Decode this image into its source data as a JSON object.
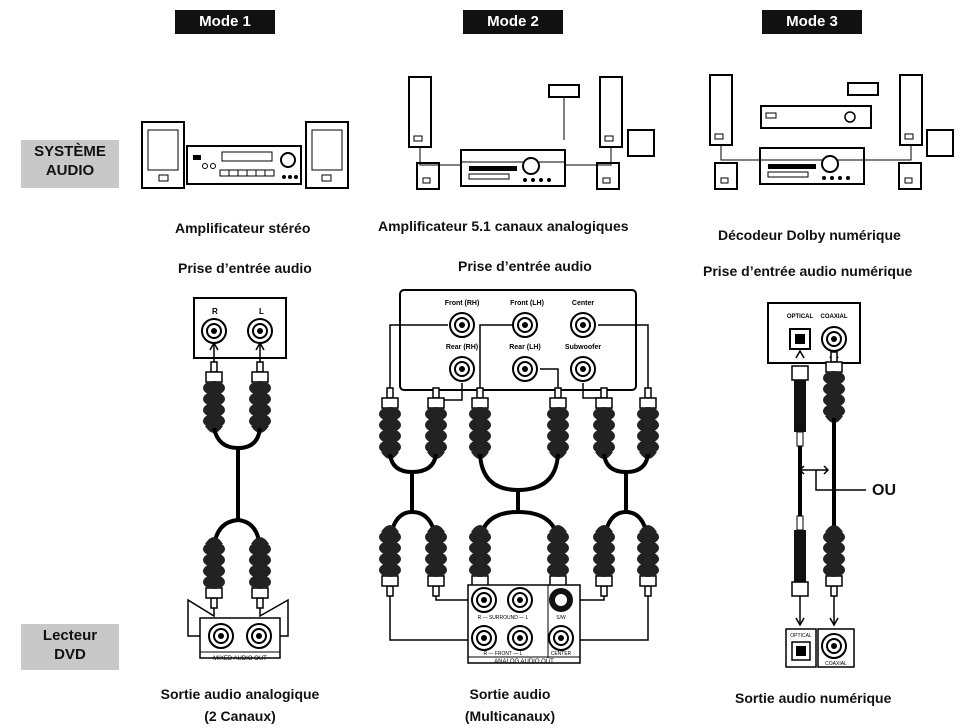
{
  "modes": [
    "Mode 1",
    "Mode 2",
    "Mode 3"
  ],
  "side": {
    "systeme": [
      "SYSTÈME",
      "AUDIO"
    ],
    "lecteur": [
      "Lecteur",
      "DVD"
    ]
  },
  "col1": {
    "device": "Amplificateur stéréo",
    "input": "Prise d’entrée audio",
    "output": [
      "Sortie audio analogique",
      "(2 Canaux)"
    ],
    "jack_r": "R",
    "jack_l": "L",
    "panel_label": "MIXED AUDIO OUT"
  },
  "col2": {
    "device": "Amplificateur 5.1 canaux analogiques",
    "input": "Prise d’entrée audio",
    "output": [
      "Sortie audio",
      "(Multicanaux)"
    ],
    "jacks": [
      "Front (RH)",
      "Front (LH)",
      "Center",
      "Rear (RH)",
      "Rear (LH)",
      "Subwoofer"
    ],
    "panel_surround": "R — SURROUND — L",
    "panel_sw": "S/W",
    "panel_front": "R — FRONT — L",
    "panel_center": "CENTER",
    "panel_label": "ANALOG AUDIO OUT"
  },
  "col3": {
    "device": "Décodeur Dolby numérique",
    "input": "Prise d’entrée audio numérique",
    "output": "Sortie audio numérique",
    "optical": "OPTICAL",
    "coaxial": "COAXIAL",
    "ou": "OU"
  }
}
